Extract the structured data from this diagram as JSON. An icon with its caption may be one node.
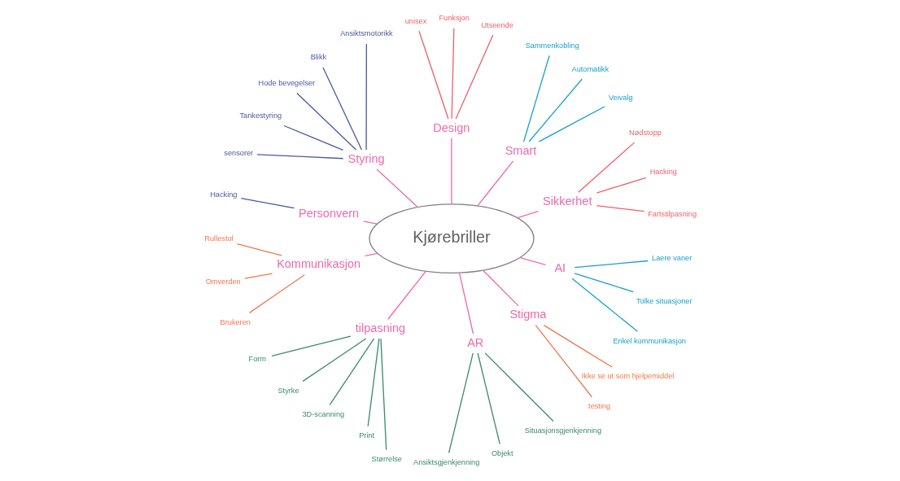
{
  "diagram": {
    "nodes": [
      {
        "text": [
          "Kjørebriller"
        ]
      },
      {
        "text": [
          "Sikkerhet"
        ]
      },
      {
        "text": [
          "Fartstilpasning"
        ]
      },
      {
        "text": [
          "Hacking"
        ]
      },
      {
        "text": [
          "Nødstopp"
        ]
      },
      {
        "text": [
          "Smart"
        ]
      },
      {
        "text": [
          "Veivalg"
        ]
      },
      {
        "text": [
          "Automatikk"
        ]
      },
      {
        "text": [
          "Sammenkobling"
        ]
      },
      {
        "text": [
          "Design"
        ]
      },
      {
        "text": [
          "Utseende"
        ]
      },
      {
        "text": [
          "Funksjon"
        ]
      },
      {
        "text": [
          "unisex"
        ]
      },
      {
        "text": [
          "Styring"
        ]
      },
      {
        "text": [
          "Ansiktsmotorikk"
        ]
      },
      {
        "text": [
          "Blikk"
        ]
      },
      {
        "text": [
          "Hode bevegelser"
        ]
      },
      {
        "text": [
          "Tankestyring"
        ]
      },
      {
        "text": [
          "sensorer"
        ]
      },
      {
        "text": [
          "Personvern"
        ]
      },
      {
        "text": [
          "Hacking"
        ]
      },
      {
        "text": [
          "Kommunikasjon"
        ]
      },
      {
        "text": [
          "Rullestol"
        ]
      },
      {
        "text": [
          "Omverden"
        ]
      },
      {
        "text": [
          "Brukeren"
        ]
      },
      {
        "text": [
          "tilpasning"
        ]
      },
      {
        "text": [
          "Form"
        ]
      },
      {
        "text": [
          "Styrke"
        ]
      },
      {
        "text": [
          "3D-scanning"
        ]
      },
      {
        "text": [
          "Print"
        ]
      },
      {
        "text": [
          "Størrelse"
        ]
      },
      {
        "text": [
          "AR"
        ]
      },
      {
        "text": [
          "Ansiktsgjenkjenning"
        ]
      },
      {
        "text": [
          "Objekt"
        ]
      },
      {
        "text": [
          "Situasjonsgjenkjenning"
        ]
      },
      {
        "text": [
          "Stigma"
        ]
      },
      {
        "text": [
          "testing"
        ]
      },
      {
        "text": [
          "Ikke se ut som hjelpemiddel"
        ]
      },
      {
        "text": [
          "AI"
        ]
      },
      {
        "text": [
          "Enkel kommunikasjon"
        ]
      },
      {
        "text": [
          "Tolke situasjoner"
        ]
      },
      {
        "text": [
          "Laere vaner"
        ]
      }
    ],
    "edges": [
      {
        "from": 0,
        "to": 1,
        "arrow": "none"
      },
      {
        "from": 1,
        "to": 2,
        "arrow": "none",
        "color": "#f0606a"
      },
      {
        "from": 1,
        "to": 3,
        "arrow": "none",
        "color": "#f0606a"
      },
      {
        "from": 1,
        "to": 4,
        "arrow": "none",
        "color": "#f0606a"
      },
      {
        "from": 0,
        "to": 5,
        "arrow": "none"
      },
      {
        "from": 5,
        "to": 6,
        "arrow": "none",
        "color": "#1aa0c8"
      },
      {
        "from": 5,
        "to": 7,
        "arrow": "none",
        "color": "#1aa0c8"
      },
      {
        "from": 5,
        "to": 8,
        "arrow": "none",
        "color": "#1aa0c8"
      },
      {
        "from": 0,
        "to": 9,
        "arrow": "none"
      },
      {
        "from": 9,
        "to": 10,
        "arrow": "none",
        "color": "#f0606a"
      },
      {
        "from": 9,
        "to": 11,
        "arrow": "none",
        "color": "#f0606a"
      },
      {
        "from": 9,
        "to": 12,
        "arrow": "none",
        "color": "#f0606a"
      },
      {
        "from": 0,
        "to": 13,
        "arrow": "none"
      },
      {
        "from": 13,
        "to": 14,
        "arrow": "none",
        "color": "#4a5aa0"
      },
      {
        "from": 13,
        "to": 15,
        "arrow": "none",
        "color": "#4a5aa0"
      },
      {
        "from": 13,
        "to": 16,
        "arrow": "none",
        "color": "#4a5aa0"
      },
      {
        "from": 13,
        "to": 17,
        "arrow": "none",
        "color": "#4a5aa0"
      },
      {
        "from": 13,
        "to": 18,
        "arrow": "none",
        "color": "#4a5aa0"
      },
      {
        "from": 0,
        "to": 19,
        "arrow": "none"
      },
      {
        "from": 19,
        "to": 20,
        "arrow": "none",
        "color": "#4a5aa0"
      },
      {
        "from": 0,
        "to": 21,
        "arrow": "none"
      },
      {
        "from": 21,
        "to": 22,
        "arrow": "none",
        "color": "#f07850"
      },
      {
        "from": 21,
        "to": 23,
        "arrow": "none",
        "color": "#f07850"
      },
      {
        "from": 21,
        "to": 24,
        "arrow": "none",
        "color": "#f07850"
      },
      {
        "from": 0,
        "to": 25,
        "arrow": "none"
      },
      {
        "from": 25,
        "to": 26,
        "arrow": "none",
        "color": "#3a8a70"
      },
      {
        "from": 25,
        "to": 27,
        "arrow": "none",
        "color": "#3a8a70"
      },
      {
        "from": 25,
        "to": 28,
        "arrow": "none",
        "color": "#3a8a70"
      },
      {
        "from": 25,
        "to": 29,
        "arrow": "none",
        "color": "#3a8a70"
      },
      {
        "from": 25,
        "to": 30,
        "arrow": "none",
        "color": "#3a8a70"
      },
      {
        "from": 0,
        "to": 31,
        "arrow": "none"
      },
      {
        "from": 31,
        "to": 32,
        "arrow": "none",
        "color": "#3a8a70"
      },
      {
        "from": 31,
        "to": 33,
        "arrow": "none",
        "color": "#3a8a70"
      },
      {
        "from": 31,
        "to": 34,
        "arrow": "none",
        "color": "#3a8a70"
      },
      {
        "from": 0,
        "to": 35,
        "arrow": "none"
      },
      {
        "from": 35,
        "to": 36,
        "arrow": "none",
        "color": "#f07850"
      },
      {
        "from": 35,
        "to": 37,
        "arrow": "none",
        "color": "#f07850"
      },
      {
        "from": 0,
        "to": 38,
        "arrow": "none"
      },
      {
        "from": 38,
        "to": 39,
        "arrow": "none",
        "color": "#1aa0c8"
      },
      {
        "from": 38,
        "to": 40,
        "arrow": "none",
        "color": "#1aa0c8"
      },
      {
        "from": 38,
        "to": 41,
        "arrow": "none",
        "color": "#1aa0c8"
      }
    ]
  }
}
